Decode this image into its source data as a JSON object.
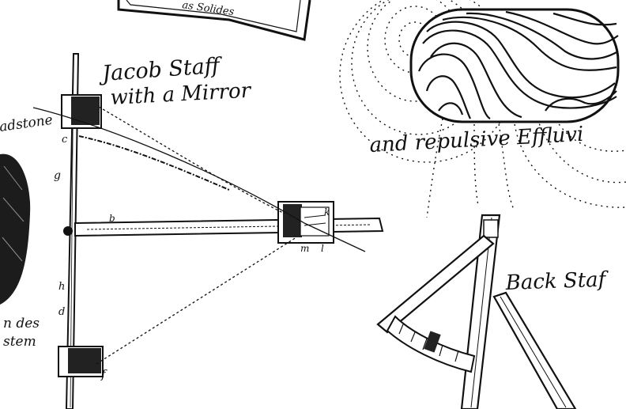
{
  "labels": {
    "top_fragment": "as Solides",
    "jacob_staff_line1": "Jacob Staff",
    "jacob_staff_line2": "with a Mirror",
    "loadstone_fragment": "adstone",
    "effluvia": "and repulsive Effluvi",
    "back_staff": "Back Staf",
    "left_fragment_1": "n des",
    "left_fragment_2": "stem",
    "mark_f": "f",
    "mark_m": "m",
    "mark_l": "l",
    "mark_g": "g",
    "mark_h": "h",
    "mark_d": "d",
    "mark_c": "c",
    "mark_b": "b",
    "mark_k": "k"
  },
  "colors": {
    "ink": "#111111",
    "paper": "#ffffff"
  }
}
